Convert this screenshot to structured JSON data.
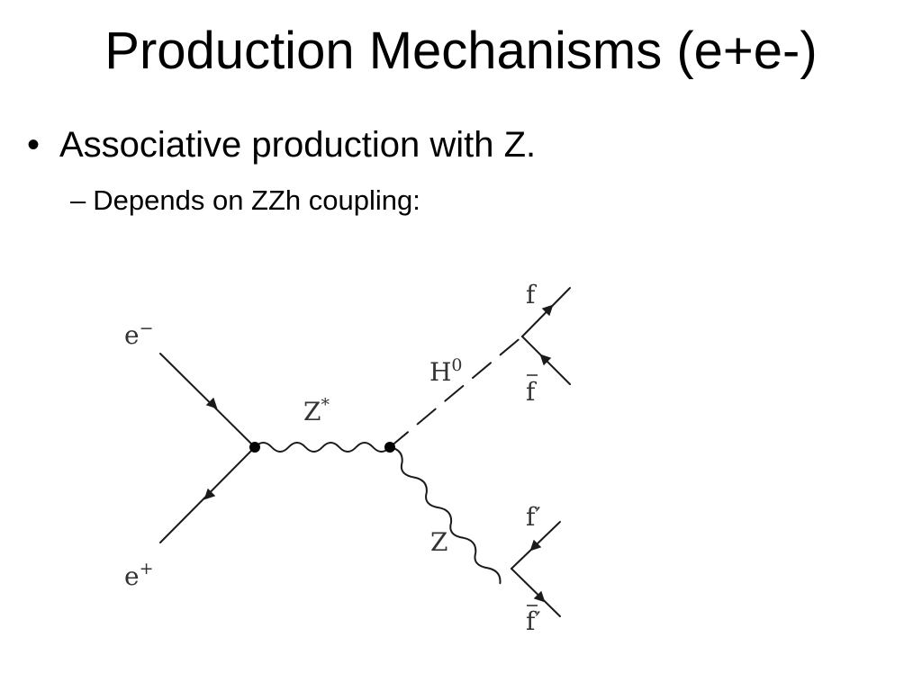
{
  "slide": {
    "title": "Production Mechanisms (e+e-)",
    "bullet": {
      "marker": "•",
      "text": "Associative production with Z."
    },
    "sub_bullet": {
      "marker": "–",
      "text": "Depends on ZZh coupling:"
    }
  },
  "diagram": {
    "labels": {
      "electron": "e",
      "electron_sup": "−",
      "positron": "e",
      "positron_sup": "+",
      "virtual_z": "Z",
      "virtual_z_sup": "*",
      "higgs": "H",
      "higgs_sup": "0",
      "fermion": "f",
      "antifermion": "f",
      "z_boson": "Z",
      "fermion_prime": "f′",
      "antifermion_prime": "f′"
    },
    "colors": {
      "line": "#1a1a1a",
      "label": "#333333"
    }
  }
}
